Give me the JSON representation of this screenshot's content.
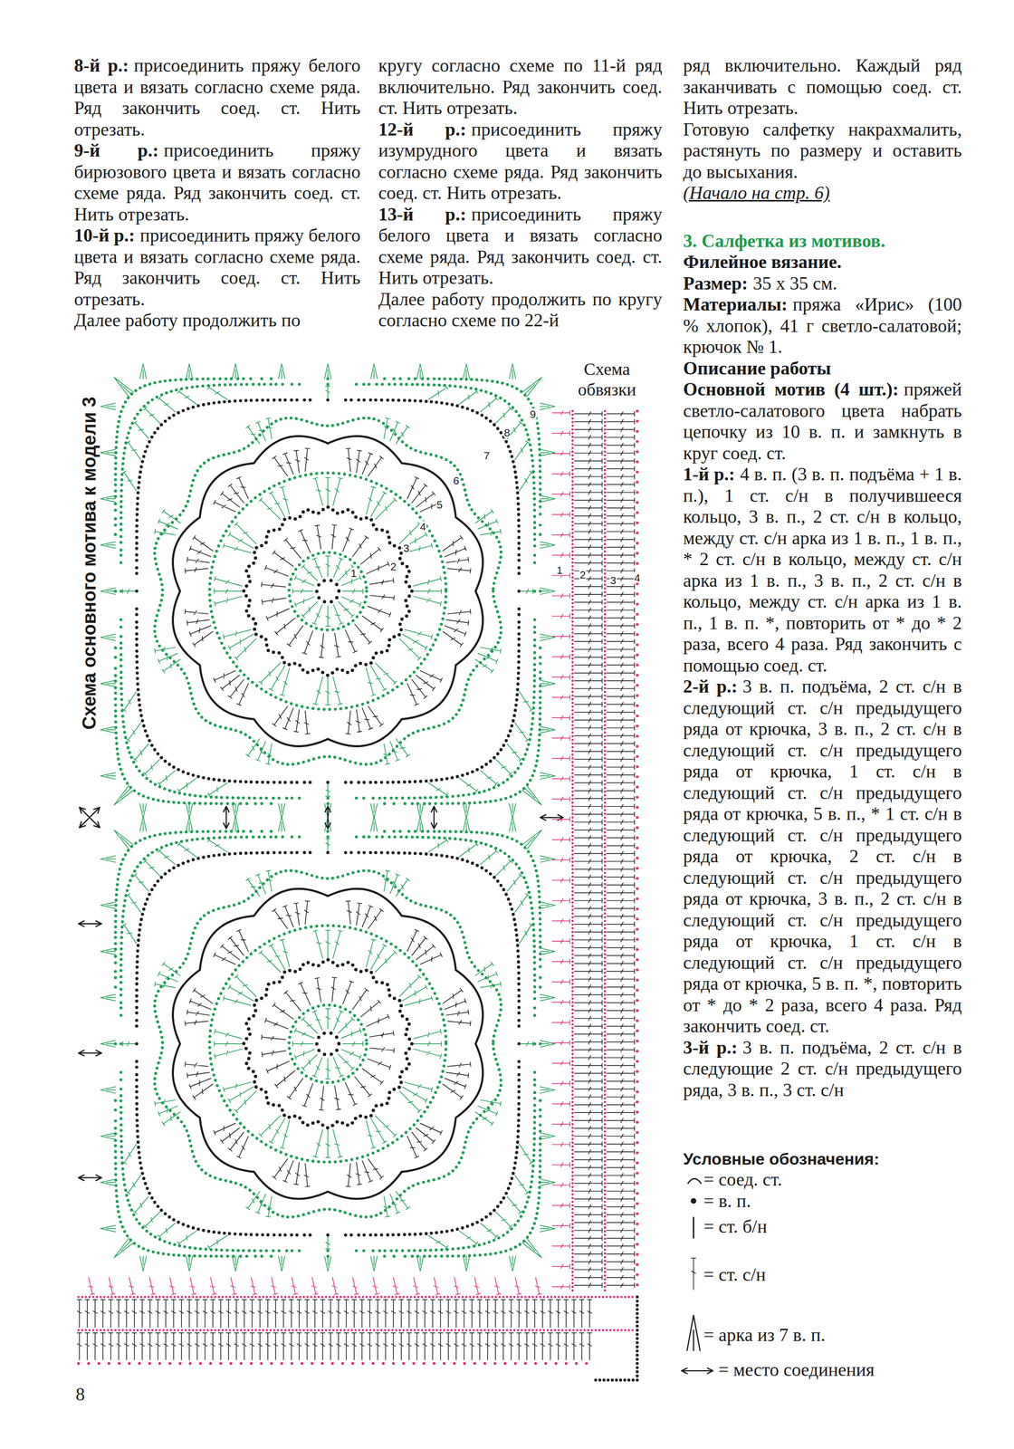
{
  "diagram": {
    "labels": [
      "8-й р.:",
      "присоединить пряжу белого цвета и вязать согласно схеме ряда. Ряд закончить соед. ст. Нить отрезать.",
      "9-й р.:",
      "присоединить пряжу бирюзового цвета и вязать согласно схеме ряда. Ряд закончить соед. ст. Нить отрезать.",
      "10-й р.:",
      "присоединить пряжу белого цвета и вязать согласно схеме ряда. Ряд закончить соед. ст. Нить отрезать.",
      "Далее работу продолжить по",
      "кругу согласно схеме по 11-й ряд включительно. Ряд закончить соед. ст. Нить отрезать.",
      "12-й р.:",
      "присоединить пряжу изумрудного цвета и вязать согласно схеме ряда. Ряд закончить соед. ст. Нить отрезать.",
      "13-й р.:",
      "присоединить пряжу белого цвета и вязать согласно схеме ряда. Ряд закончить соед. ст. Нить отрезать.",
      "Далее работу продолжить по кругу согласно схеме по 22-й",
      "ряд включительно. Каждый ряд заканчивать с помощью соед. ст. Нить отрезать.",
      "Готовую салфетку накрахмалить, растянуть по размеру и оставить до высыхания.",
      "(Начало на стр. 6)",
      "3. Салфетка из мотивов.",
      "Филейное вязание.",
      "Размер:",
      "35 х 35 см.",
      "Материалы:",
      "пряжа «Ирис» (100 % хлопок), 41 г светло-салатовой; крючок № 1.",
      "Описание работы",
      "Основной мотив (4 шт.):",
      "пряжей светло-салатового цвета набрать цепочку из 10 в. п. и замкнуть в круг соед. ст.",
      "1-й р.:",
      "4 в. п. (3 в. п. подъёма + 1 в. п.), 1 ст. с/н в получившееся кольцо, 3 в. п., 2 ст. с/н в кольцо, между ст. с/н арка из 1 в. п., 1 в. п., * 2 ст. с/н в кольцо, между ст. с/н арка из 1 в. п., 3 в. п., 2 ст. с/н в кольцо, между ст. с/н арка из 1 в. п., 1 в. п. *, повторить от * до * 2 раза, всего 4 раза. Ряд закончить с помощью соед. ст.",
      "2-й р.:",
      "3 в. п. подъёма, 2 ст. с/н в следующий ст. с/н предыдущего ряда от крючка, 3 в. п., 2 ст. с/н в следующий ст. с/н предыдущего ряда от крючка, 1 ст. с/н в следующий ст. с/н предыдущего ряда от крючка, 5 в. п., * 1 ст. с/н в следующий ст. с/н предыдущего ряда от крючка, 2 ст. с/н в следующий ст. с/н предыдущего ряда от крючка, 3 в. п., 2 ст. с/н в следующий ст. с/н предыдущего ряда от крючка, 1 ст. с/н в следующий ст. с/н предыдущего ряда от крючка, 5 в. п. *, повторить от * до * 2 раза, всего 4 раза. Ряд закончить соед. ст.",
      "3-й р.:",
      "3 в. п. подъёма, 2 ст. с/н в следующие 2 ст. с/н предыдущего ряда, 3 в. п., 3 ст. с/н",
      "Схема обвязки",
      "Схема основного мотива к модели 3",
      "1",
      "2",
      "3",
      "4",
      "5",
      "6",
      "7",
      "8",
      "9",
      "1",
      "2",
      "3",
      "4",
      "Условные обозначения:",
      "8"
    ],
    "legend": [
      {
        "text": "= соед. ст."
      },
      {
        "text": "= в. п."
      },
      {
        "text": "= ст. б/н"
      },
      {
        "text": "= ст. с/н"
      },
      {
        "text": "= арка из 7 в. п."
      },
      {
        "text": "= место соединения"
      }
    ]
  }
}
